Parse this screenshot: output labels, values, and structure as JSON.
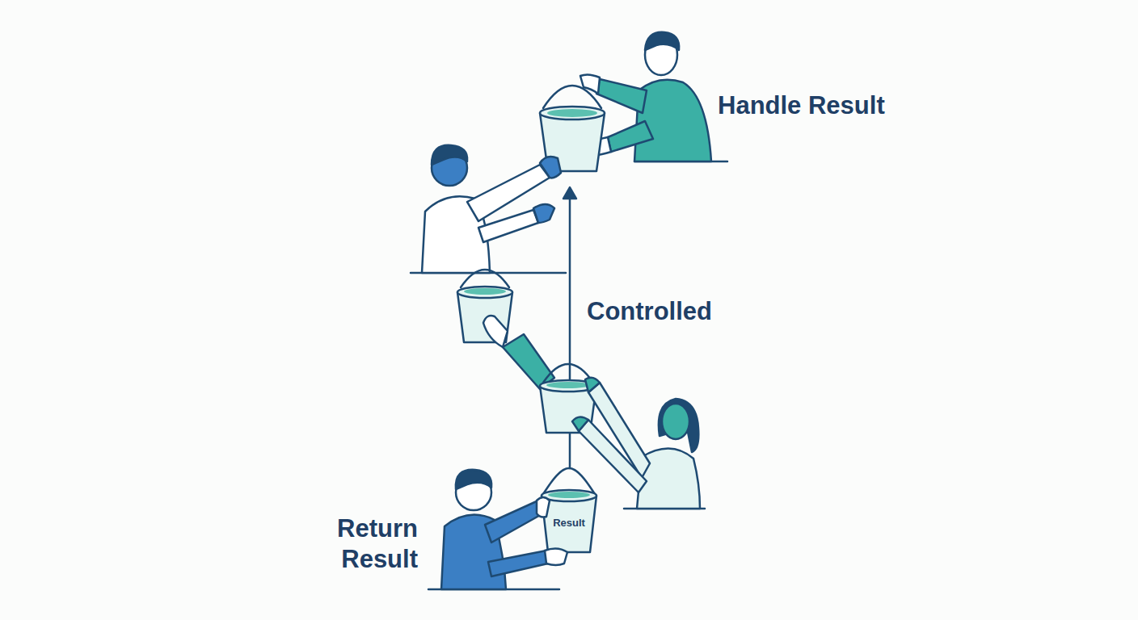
{
  "diagram": {
    "nodes": [
      {
        "text": [
          "Result"
        ]
      }
    ],
    "labels": [
      "Handle Result",
      "Controlled",
      "Return Result"
    ]
  }
}
